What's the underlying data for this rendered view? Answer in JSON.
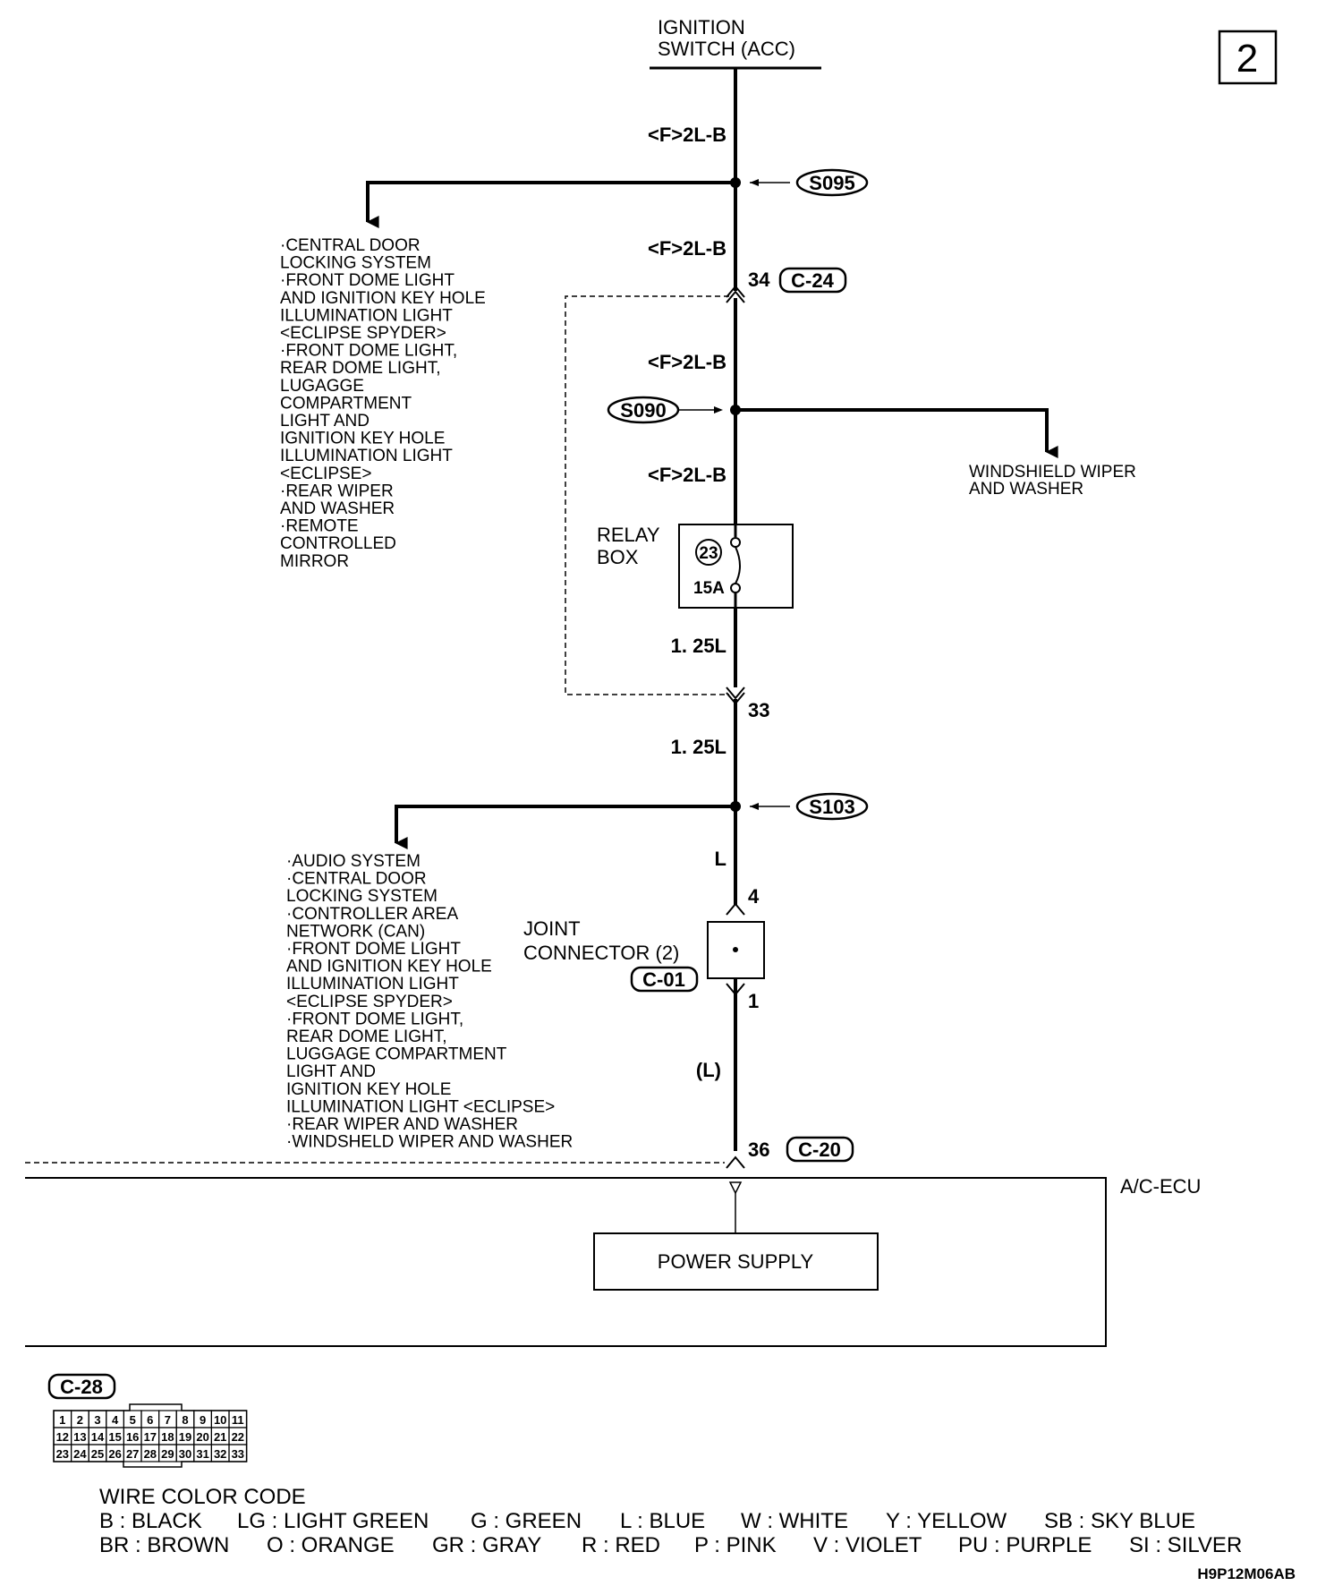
{
  "page_number": "2",
  "source": {
    "line1": "IGNITION",
    "line2": "SWITCH (ACC)"
  },
  "wire_labels": [
    "<F>2L-B",
    "<F>2L-B",
    "<F>2L-B",
    "<F>2L-B",
    "1. 25L",
    "1. 25L",
    "L",
    "(L)"
  ],
  "splices": [
    "S095",
    "S090",
    "S103"
  ],
  "connectors": {
    "c24": {
      "pin": "34",
      "code": "C-24"
    },
    "c24_return_pin": "33",
    "joint": {
      "line1": "JOINT",
      "line2": "CONNECTOR (2)",
      "code": "C-01",
      "pin_in": "4",
      "pin_out": "1"
    },
    "c20": {
      "pin": "36",
      "code": "C-20"
    }
  },
  "relay_box": {
    "line1": "RELAY",
    "line2": "BOX",
    "fuse_number": "23",
    "fuse_rating": "15A"
  },
  "branch_s095": [
    "·CENTRAL DOOR",
    " LOCKING SYSTEM",
    "·FRONT DOME LIGHT",
    " AND IGNITION KEY HOLE",
    " ILLUMINATION LIGHT",
    " <ECLIPSE SPYDER>",
    "·FRONT DOME LIGHT,",
    " REAR DOME LIGHT,",
    " LUGAGGE",
    " COMPARTMENT",
    " LIGHT AND",
    " IGNITION KEY HOLE",
    " ILLUMINATION LIGHT",
    " <ECLIPSE>",
    "·REAR WIPER",
    " AND WASHER",
    "·REMOTE",
    " CONTROLLED",
    " MIRROR"
  ],
  "branch_s090": [
    "WINDSHIELD WIPER",
    "AND WASHER"
  ],
  "branch_s103": [
    "·AUDIO SYSTEM",
    "·CENTRAL DOOR",
    " LOCKING SYSTEM",
    "·CONTROLLER AREA",
    " NETWORK (CAN)",
    "·FRONT DOME LIGHT",
    " AND IGNITION KEY HOLE",
    " ILLUMINATION LIGHT",
    " <ECLIPSE SPYDER>",
    "·FRONT DOME LIGHT,",
    " REAR DOME LIGHT,",
    " LUGGAGE COMPARTMENT",
    " LIGHT AND",
    " IGNITION KEY HOLE",
    " ILLUMINATION LIGHT <ECLIPSE>",
    "·REAR WIPER AND WASHER",
    "·WINDSHELD WIPER  AND WASHER"
  ],
  "ecu": {
    "name": "A/C-ECU",
    "power_supply": "POWER SUPPLY"
  },
  "connector_view": {
    "code": "C-28",
    "rows": [
      [
        "1",
        "2",
        "3",
        "4",
        "5",
        "6",
        "7",
        "8",
        "9",
        "10",
        "11"
      ],
      [
        "12",
        "13",
        "14",
        "15",
        "16",
        "17",
        "18",
        "19",
        "20",
        "21",
        "22"
      ],
      [
        "23",
        "24",
        "25",
        "26",
        "27",
        "28",
        "29",
        "30",
        "31",
        "32",
        "33"
      ]
    ]
  },
  "wire_color_code": {
    "title": "WIRE COLOR CODE",
    "line1": [
      "B : BLACK",
      "LG : LIGHT GREEN",
      "G : GREEN",
      "L : BLUE",
      "W : WHITE",
      "Y : YELLOW",
      "SB : SKY BLUE"
    ],
    "line2": [
      "BR : BROWN",
      "O : ORANGE",
      "GR : GRAY",
      "R : RED",
      "P : PINK",
      "V : VIOLET",
      "PU : PURPLE",
      "SI : SILVER"
    ]
  },
  "figure_code": "H9P12M06AB"
}
